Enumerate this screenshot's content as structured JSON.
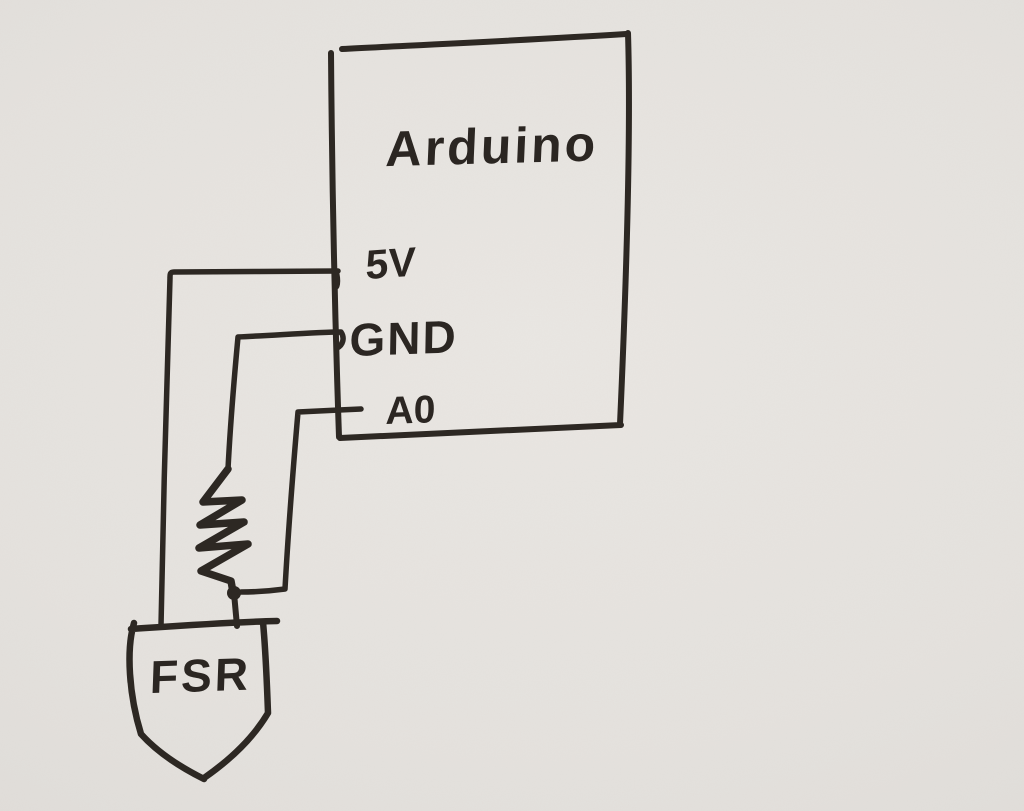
{
  "colors": {
    "paper": "#e5e2de",
    "ink": "#2d2823"
  },
  "diagram": {
    "type": "hand-drawn circuit sketch",
    "board": {
      "label": "Arduino",
      "pins": [
        {
          "id": "5v",
          "label": "5V"
        },
        {
          "id": "gnd",
          "label": "GND"
        },
        {
          "id": "a0",
          "label": "A0"
        }
      ]
    },
    "sensor": {
      "label": "FSR",
      "shape": "shield"
    },
    "resistor": {
      "symbol": "zigzag"
    },
    "connections": [
      {
        "from": "Arduino 5V",
        "to": "FSR terminal (left)"
      },
      {
        "from": "Arduino GND",
        "to": "resistor top lead"
      },
      {
        "from": "Arduino A0",
        "to": "junction of resistor bottom lead and FSR terminal (right)"
      }
    ]
  }
}
